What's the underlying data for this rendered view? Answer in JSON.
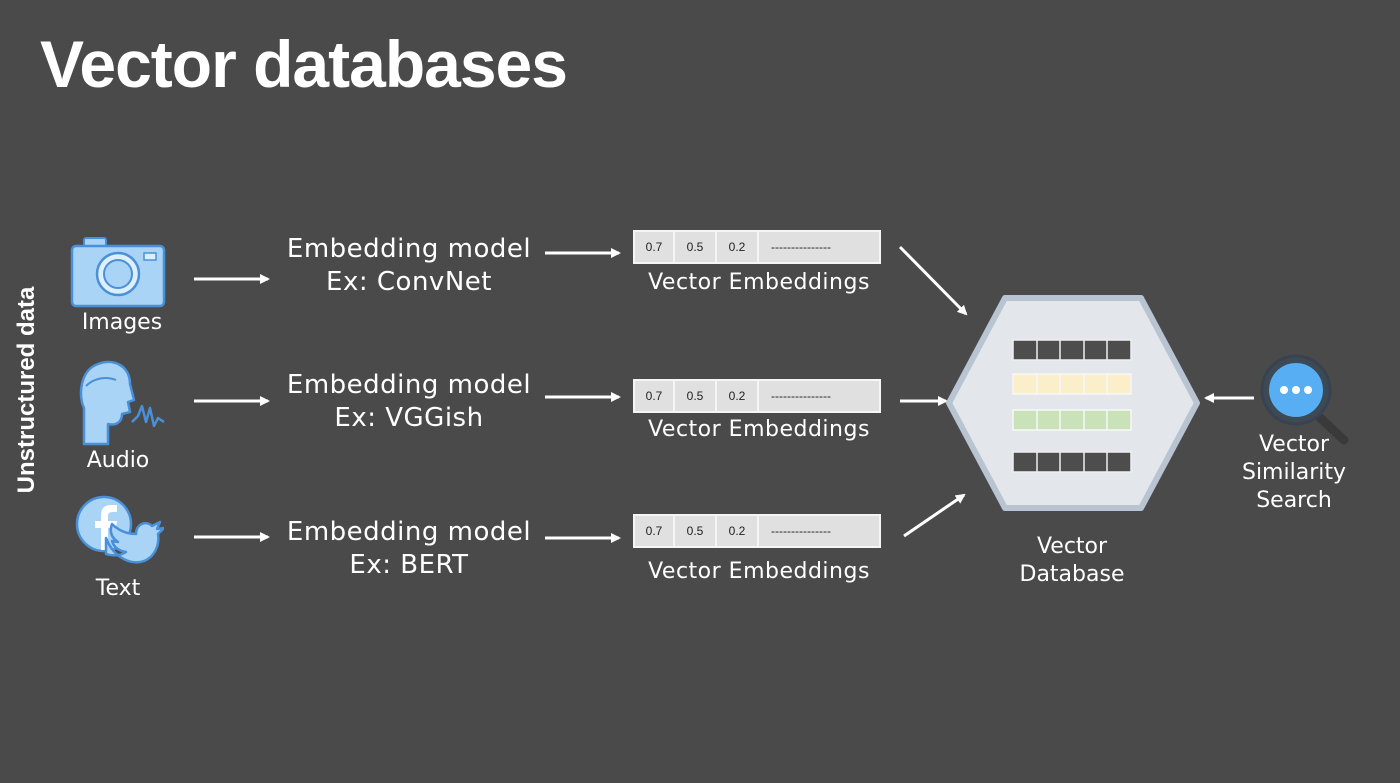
{
  "title": "Vector databases",
  "side_label": "Unstructured data",
  "sources": [
    {
      "label": "Images",
      "icon": "camera-icon"
    },
    {
      "label": "Audio",
      "icon": "speaking-head-icon"
    },
    {
      "label": "Text",
      "icon": "facebook-twitter-icon"
    }
  ],
  "models": [
    {
      "line1": "Embedding model",
      "line2": "Ex: ConvNet"
    },
    {
      "line1": "Embedding model",
      "line2": "Ex: VGGish"
    },
    {
      "line1": "Embedding model",
      "line2": "Ex: BERT"
    }
  ],
  "vectors": [
    {
      "values": [
        "0.7",
        "0.5",
        "0.2",
        "---------------"
      ],
      "label": "Vector Embeddings"
    },
    {
      "values": [
        "0.7",
        "0.5",
        "0.2",
        "---------------"
      ],
      "label": "Vector Embeddings"
    },
    {
      "values": [
        "0.7",
        "0.5",
        "0.2",
        "---------------"
      ],
      "label": "Vector Embeddings"
    }
  ],
  "database": {
    "line1": "Vector",
    "line2": "Database",
    "icon": "hexagon-database-icon"
  },
  "search": {
    "line1": "Vector",
    "line2": "Similarity",
    "line3": "Search",
    "icon": "search-icon"
  },
  "colors": {
    "background": "#4a4a4a",
    "icon_blue": "#a9d4f5",
    "icon_stroke": "#4a90d9",
    "hexagon_fill": "#e3e6ea",
    "hexagon_border": "#b8c4d2",
    "row_dark": "#4d4d4d",
    "row_yellow": "#fbefc9",
    "row_green": "#c9e2b8",
    "search_blue": "#58aef2"
  }
}
